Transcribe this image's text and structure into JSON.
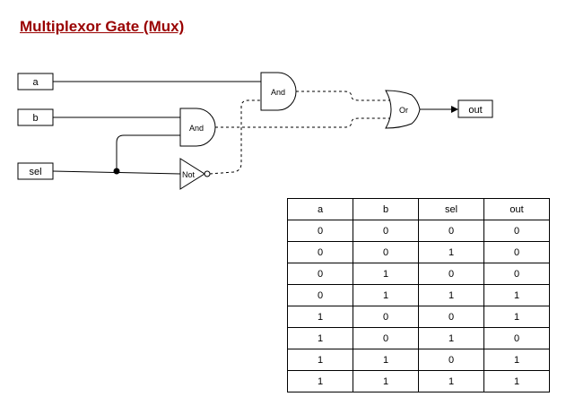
{
  "title": "Multiplexor Gate (Mux)",
  "inputs": {
    "a": "a",
    "b": "b",
    "sel": "sel"
  },
  "output": "out",
  "gates": {
    "and_top": "And",
    "and_bottom": "And",
    "not": "Not",
    "or": "Or"
  },
  "colors": {
    "title": "#990000",
    "lines": "#000000"
  },
  "table": {
    "headers": [
      "a",
      "b",
      "sel",
      "out"
    ],
    "rows": [
      [
        "0",
        "0",
        "0",
        "0"
      ],
      [
        "0",
        "0",
        "1",
        "0"
      ],
      [
        "0",
        "1",
        "0",
        "0"
      ],
      [
        "0",
        "1",
        "1",
        "1"
      ],
      [
        "1",
        "0",
        "0",
        "1"
      ],
      [
        "1",
        "0",
        "1",
        "0"
      ],
      [
        "1",
        "1",
        "0",
        "1"
      ],
      [
        "1",
        "1",
        "1",
        "1"
      ]
    ]
  }
}
